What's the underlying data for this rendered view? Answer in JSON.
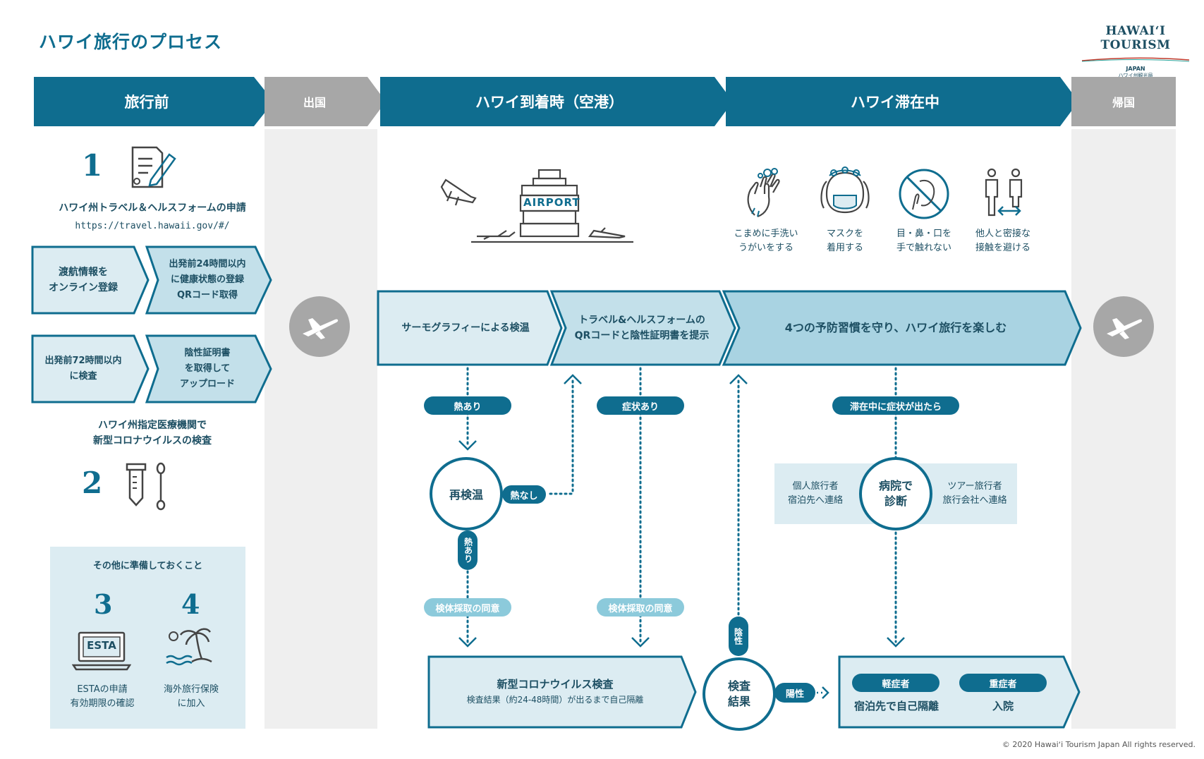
{
  "title": "ハワイ旅行のプロセス",
  "logo": {
    "text": "HAWAIʻI TOURISM",
    "sub": "JAPAN",
    "sub2": "ハワイ州観光局"
  },
  "phases": {
    "before": "旅行前",
    "departure": "出国",
    "arrival": "ハワイ到着時（空港）",
    "stay": "ハワイ滞在中",
    "return": "帰国"
  },
  "before": {
    "step1_number": "1",
    "step1_label": "ハワイ州トラベル＆ヘルスフォームの申請",
    "step1_url": "https://travel.hawaii.gov/#/",
    "box_a1": [
      "渡航情報を",
      "オンライン登録"
    ],
    "box_a2": [
      "出発前24時間以内",
      "に健康状態の登録",
      "QRコード取得"
    ],
    "box_b1": [
      "出発前72時間以内",
      "に検査"
    ],
    "box_b2": [
      "陰性証明書",
      "を取得して",
      "アップロード"
    ],
    "step2_label": [
      "ハワイ州指定医療機関で",
      "新型コロナウイルスの検査"
    ],
    "step2_number": "2",
    "other_title": "その他に準備しておくこと",
    "step3_number": "3",
    "step3_icon_text": "ESTA",
    "step3_label": [
      "ESTAの申請",
      "有効期限の確認"
    ],
    "step4_number": "4",
    "step4_label": [
      "海外旅行保険",
      "に加入"
    ]
  },
  "airport_sign": "AIRPORT",
  "habits": [
    {
      "icon": "hand-wash-icon",
      "label": [
        "こまめに手洗い",
        "うがいをする"
      ]
    },
    {
      "icon": "mask-icon",
      "label": [
        "マスクを",
        "着用する"
      ]
    },
    {
      "icon": "no-touch-face-icon",
      "label": [
        "目・鼻・口を",
        "手で触れない"
      ]
    },
    {
      "icon": "distance-icon",
      "label": [
        "他人と密接な",
        "接触を避ける"
      ]
    }
  ],
  "flow": {
    "thermo": "サーモグラフィーによる検温",
    "qr": [
      "トラベル&ヘルスフォームの",
      "QRコードと陰性証明書を提示"
    ],
    "enjoy": "4つの予防習慣を守り、ハワイ旅行を楽しむ",
    "fever": "熱あり",
    "symptom": "症状あり",
    "stay_symptom": "滞在中に症状が出たら",
    "recheck": "再検温",
    "no_fever": "熱なし",
    "fever_v": "熱あり",
    "consent1": "検体採取の同意",
    "consent2": "検体採取の同意",
    "hospital": [
      "病院で",
      "診断"
    ],
    "individual": [
      "個人旅行者",
      "宿泊先へ連絡"
    ],
    "tour": [
      "ツアー旅行者",
      "旅行会社へ連絡"
    ],
    "covid_test": "新型コロナウイルス検査",
    "covid_test_sub": "検査結果（約24-48時間）が出るまで自己隔離",
    "negative": "陰性",
    "result": [
      "検査",
      "結果"
    ],
    "positive": "陽性",
    "mild": "軽症者",
    "severe": "重症者",
    "mild_action": "宿泊先で自己隔離",
    "severe_action": "入院"
  },
  "copyright": "© 2020 Hawaiʻi Tourism Japan All rights reserved.",
  "colors": {
    "dark": "#0f6d8f",
    "light_box": "#dcecf2",
    "mid_box": "#c3e0ea",
    "gray": "#a7a7a7",
    "col_bg": "#efefef"
  }
}
